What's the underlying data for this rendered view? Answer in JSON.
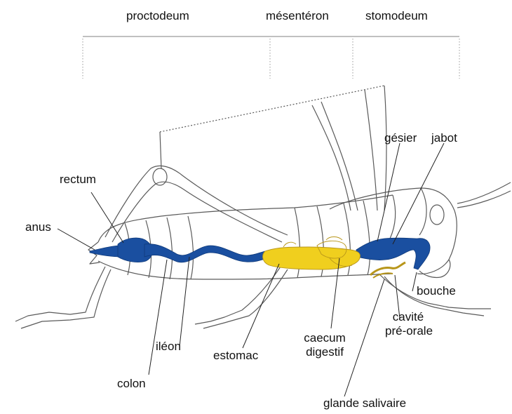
{
  "regions": {
    "proctodeum": "proctodeum",
    "mesenteron": "mésentéron",
    "stomodeum": "stomodeum"
  },
  "labels": {
    "rectum": "rectum",
    "anus": "anus",
    "gesier": "gésier",
    "jabot": "jabot",
    "bouche": "bouche",
    "cavite_line1": "cavité",
    "cavite_line2": "pré-orale",
    "caecum_line1": "caecum",
    "caecum_line2": "digestif",
    "ileon": "iléon",
    "estomac": "estomac",
    "colon": "colon",
    "glande_salivaire": "glande salivaire"
  },
  "colors": {
    "foregut_hindgut": "#1a4fa0",
    "midgut": "#f0cf1e",
    "outline": "#5a5a5a",
    "text": "#111111"
  }
}
